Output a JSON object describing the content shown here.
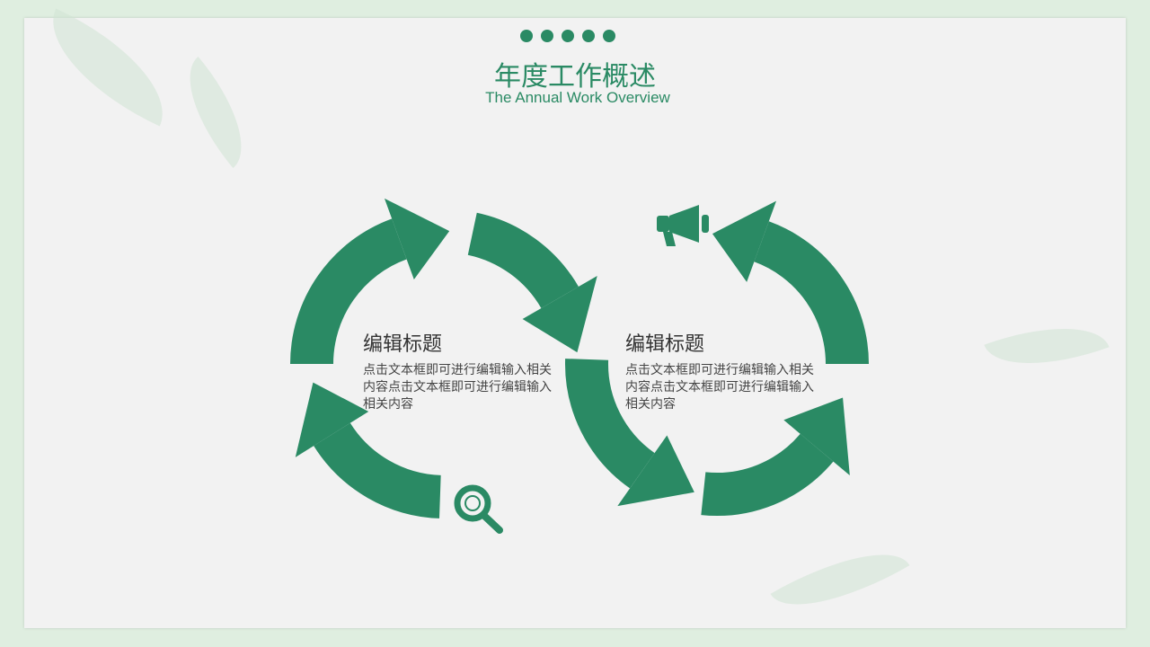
{
  "header": {
    "title": "年度工作概述",
    "subtitle": "The Annual Work Overview",
    "dot_count": 5
  },
  "colors": {
    "accent": "#2a8a64",
    "background": "#f2f2f2"
  },
  "blocks": [
    {
      "title": "编辑标题",
      "body": "点击文本框即可进行编辑输入相关内容点击文本框即可进行编辑输入相关内容"
    },
    {
      "title": "编辑标题",
      "body": "点击文本框即可进行编辑输入相关内容点击文本框即可进行编辑输入相关内容"
    }
  ],
  "icons": [
    "magnifier-icon",
    "megaphone-icon"
  ]
}
